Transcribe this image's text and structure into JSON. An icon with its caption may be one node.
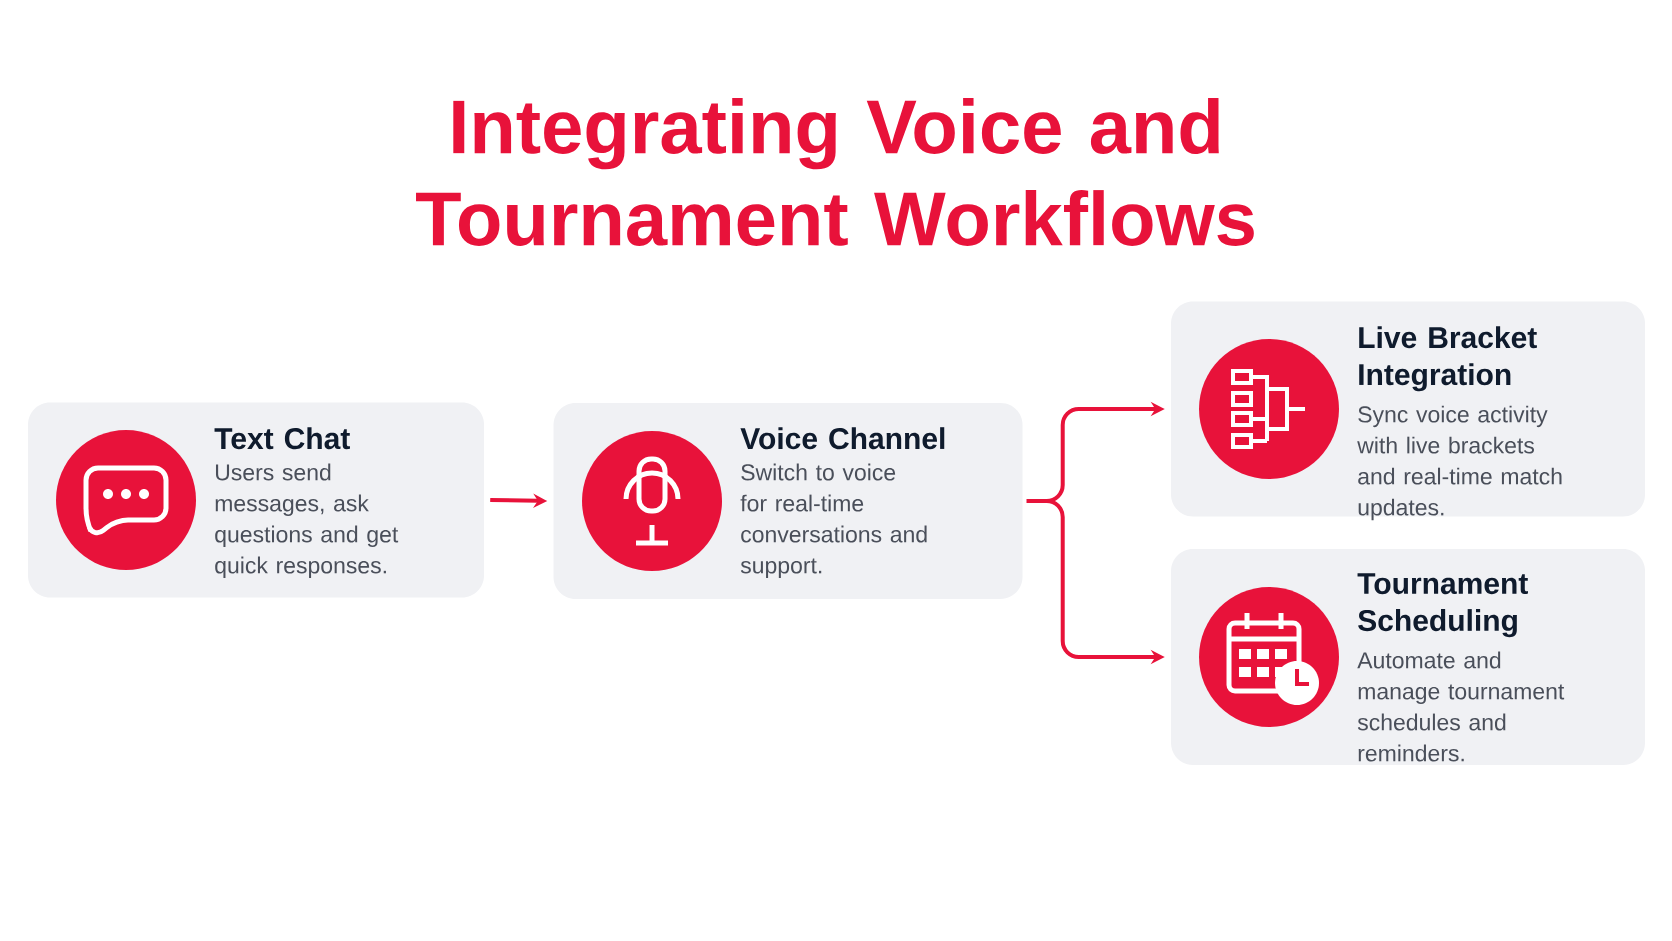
{
  "diagram": {
    "title": "Integrating Voice and Tournament Workflows",
    "nodes": [
      {
        "text": [
          "Text Chat",
          "Users send messages, ask questions and get quick responses."
        ]
      },
      {
        "text": [
          "Voice Channel",
          "Switch to voice for real-time conversations and support."
        ]
      },
      {
        "text": [
          "Live Bracket Integration",
          "Sync voice activity with live brackets and real-time match updates."
        ]
      },
      {
        "text": [
          "Tournament Scheduling",
          "Automate and manage tournament schedules and reminders."
        ]
      }
    ],
    "edges": [
      {
        "from": 0,
        "to": 1,
        "arrow": "to"
      },
      {
        "from": 1,
        "to": 2,
        "arrow": "to"
      },
      {
        "from": 1,
        "to": 3,
        "arrow": "to"
      }
    ]
  }
}
